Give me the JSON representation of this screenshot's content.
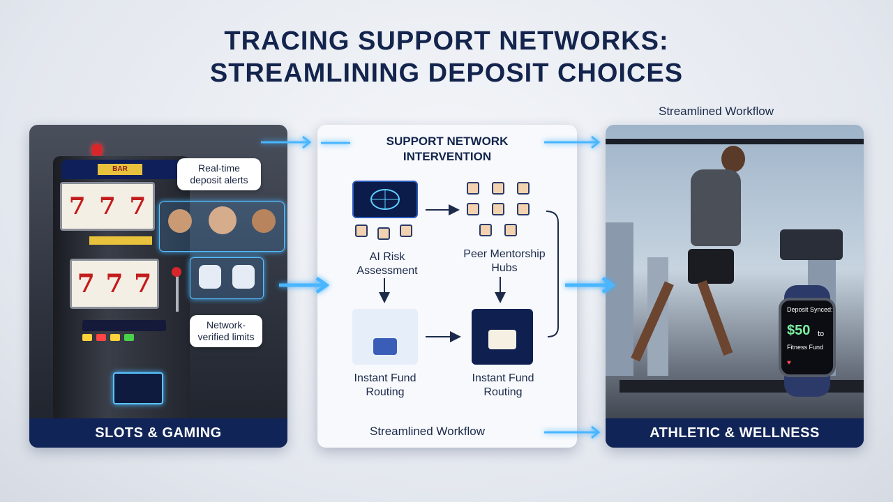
{
  "title_line1": "TRACING SUPPORT NETWORKS:",
  "title_line2": "STREAMLINING DEPOSIT CHOICES",
  "top_workflow_label": "Streamlined Workflow",
  "left_panel": {
    "footer": "SLOTS & GAMING",
    "callout_alerts": "Real-time deposit alerts",
    "callout_limits": "Network-verified limits"
  },
  "middle_panel": {
    "heading_line1": "SUPPORT NETWORK",
    "heading_line2": "INTERVENTION",
    "node_ai": "AI Risk Assessment",
    "node_peer": "Peer Mentorship Hubs",
    "node_fund_1": "Instant Fund Routing",
    "node_fund_2": "Instant Fund Routing",
    "footer": "Streamlined Workflow"
  },
  "right_panel": {
    "footer": "ATHLETIC & WELLNESS",
    "watch_line1": "Deposit Synced:",
    "watch_amount": "$50",
    "watch_to": "to",
    "watch_dest": "Fitness Fund"
  },
  "colors": {
    "navy": "#102457",
    "arrow_glow": "#3fb0ff",
    "background": "#e3e7ee"
  }
}
